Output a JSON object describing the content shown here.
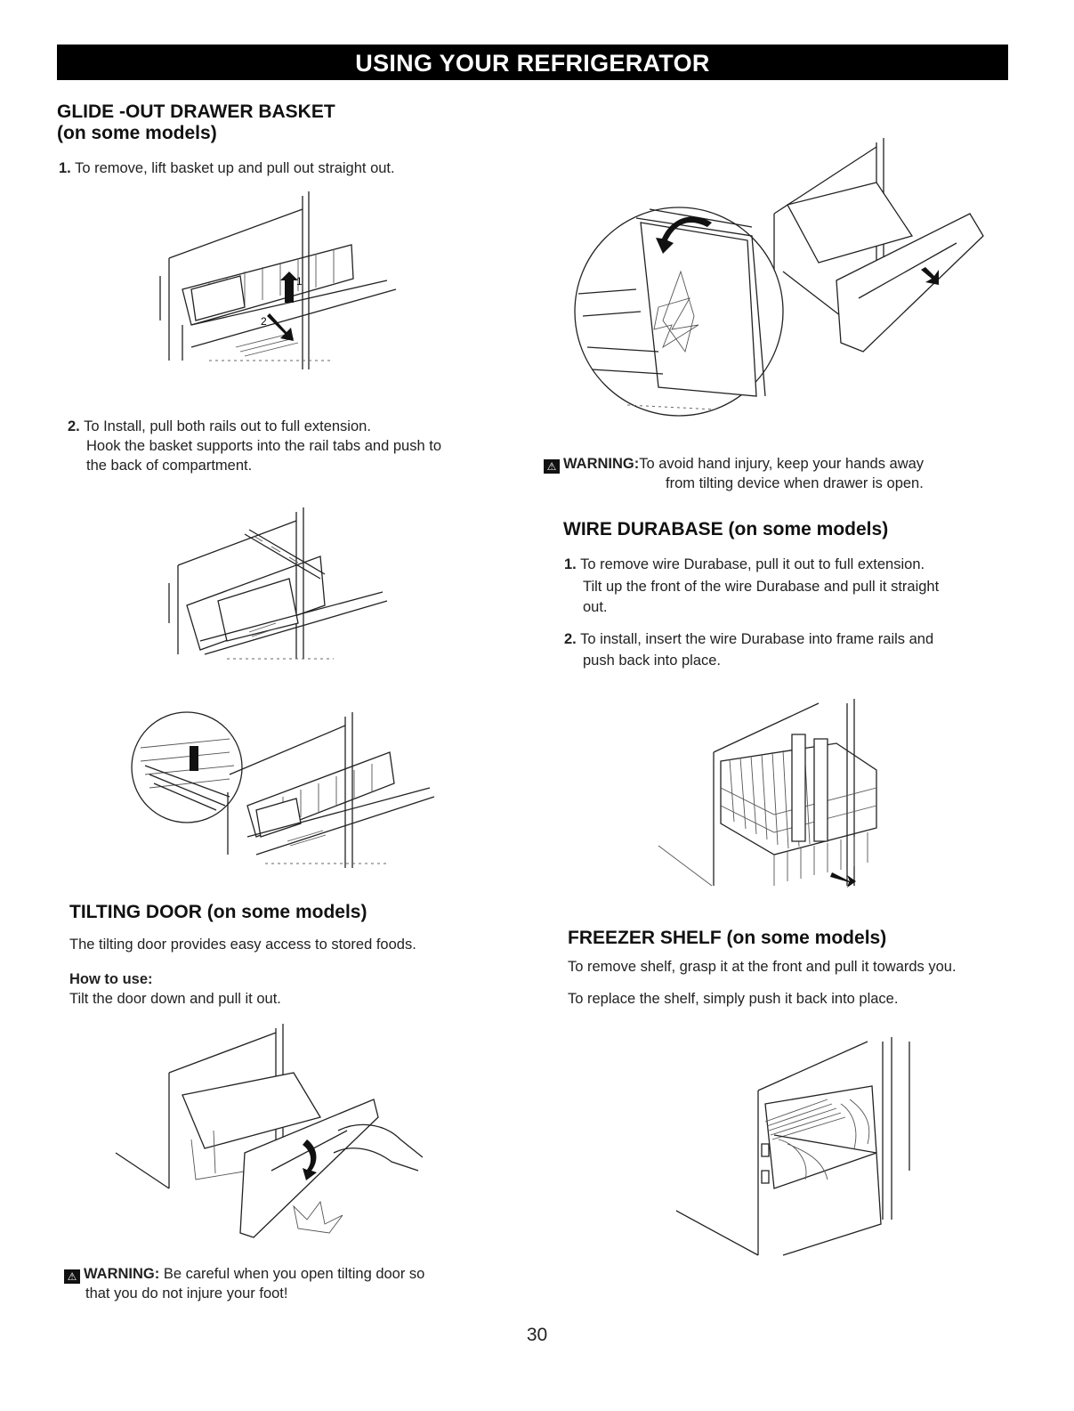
{
  "header": {
    "title": "USING YOUR REFRIGERATOR"
  },
  "glide_out": {
    "title_line1": "GLIDE -OUT DRAWER BASKET",
    "title_line2": "(on some models)",
    "step1_num": "1.",
    "step1_text": "To remove, lift basket up and pull out straight out.",
    "step2_num": "2.",
    "step2_line1": "To Install, pull both rails out to full extension.",
    "step2_line2": "Hook the basket supports into the rail tabs and push to",
    "step2_line3": "the back of compartment.",
    "callout_1": "1",
    "callout_2": "2"
  },
  "tilting_warning": {
    "label": "WARNING:",
    "line1": "To avoid hand injury, keep your hands away",
    "line2": "from tilting device when drawer is open."
  },
  "wire_durabase": {
    "title": "WIRE DURABASE  (on some models)",
    "step1_num": "1.",
    "step1_line1": "To remove wire Durabase, pull it out to full extension.",
    "step1_line2": "Tilt up the front of the wire Durabase and  pull it straight",
    "step1_line3": "out.",
    "step2_num": "2.",
    "step2_line1": "To install, insert the wire Durabase into frame rails and",
    "step2_line2": "push back into place."
  },
  "tilting_door": {
    "title": "TILTING DOOR (on some models)",
    "intro": "The tilting door provides easy access to stored foods.",
    "how_label": "How to use:",
    "how_text": "Tilt the door down and pull it out."
  },
  "foot_warning": {
    "label": "WARNING:",
    "line1": "Be careful when you open tilting door so",
    "line2": "that you do not injure your foot!"
  },
  "freezer_shelf": {
    "title": "FREEZER SHELF (on some models)",
    "line1": "To remove shelf, grasp it at the front and pull it towards you.",
    "line2": "To replace the shelf, simply push it back into place."
  },
  "page_number": "30",
  "icons": [
    "warning-icon",
    "arrow-icon"
  ],
  "colors": {
    "banner_bg": "#000000",
    "banner_text": "#ffffff",
    "text": "#111111"
  }
}
